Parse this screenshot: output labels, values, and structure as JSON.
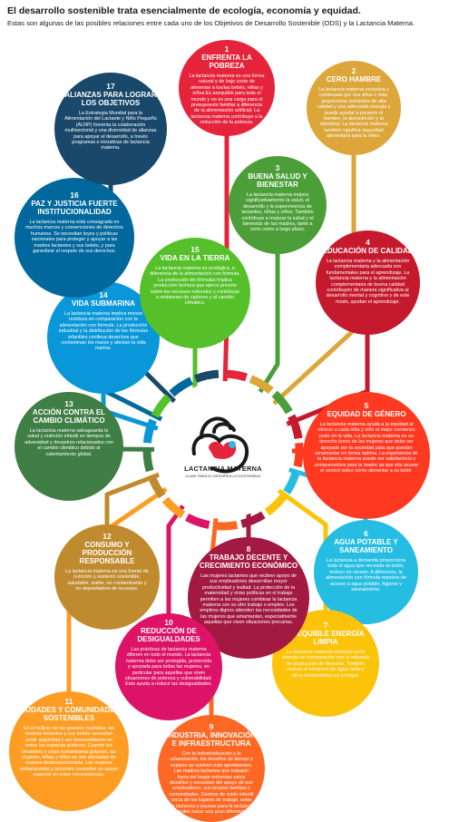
{
  "header": {
    "title": "El desarrollo sostenible trata esencialmente de ecología, economía y equidad.",
    "subtitle": "Estas son algunas de las posibles relaciones entre cada uno de los Objetivos de Desarrollo Sostenible (ODS) y la Lactancia Materna."
  },
  "center": {
    "label": "LACTANCIA MATERNA",
    "sublabel": "CLAVE PARA EL DESARROLLO SOSTENIBLE"
  },
  "colors": {
    "g1": "#e5243b",
    "g2": "#dda63a",
    "g3": "#4c9f38",
    "g4": "#c5192d",
    "g5": "#ff3a21",
    "g6": "#26bde2",
    "g7": "#fcc30b",
    "g8": "#a21942",
    "g9": "#fd6925",
    "g10": "#dd1367",
    "g11": "#fd9d24",
    "g12": "#bf8b2e",
    "g13": "#3f7e44",
    "g14": "#0a97d9",
    "g15": "#56c02b",
    "g16": "#00689d",
    "g17": "#19486a"
  },
  "goals": [
    {
      "num": "1",
      "title": "ENFRENTA LA POBREZA",
      "desc": "La lactancia materna es una forma natural y de bajo costo de alimentar a los/las bebés, niñas y niños.Es asequible para todo el mundo y no es una carga para el presupuesto familiar a diferencia de la alimentación artificial. La lactancia materna contribuye a la reducción de la pobreza."
    },
    {
      "num": "2",
      "title": "CERO HAMBRE",
      "desc": "La lactancia materna exclusiva y continuada por dos años o más, proporciona nutrientes de alta calidad y una adecuada energía y puede ayudar a prevenir el hambre, la desnutrición y la obesidad. La lactancia materna también significa seguridad alimentaria para la niñez."
    },
    {
      "num": "3",
      "title": "BUENA SALUD Y BIENESTAR",
      "desc": "La lactancia materna mejora significativamente la salud, el desarrollo y la supervivencia de lactantes, niñas y niños. También contribuye a mejorar la salud y el bienestar de las madres, tanto a corto como a largo plazo."
    },
    {
      "num": "4",
      "title": "EDUCACIÓN DE CALIDAD",
      "desc": "La lactancia materna y la alimentación complementaria adecuada son fundamentales para el aprendizaje. La lactancia materna y la alimentación complementaria de buena calidad contribuyen de manera significativa al desarrollo mental y cognitivo y de este modo, ayudan el aprendizaje."
    },
    {
      "num": "5",
      "title": "EQUIDAD DE GÉNERO",
      "desc": "La lactancia materna ayuda a la equidad al ofrecer a cada niña y niño el mejor comienzo justo en la vida. La lactancia materna es un derecho único de las mujeres que debe ser apoyado por la sociedad para que puedan amamantar en forma óptima. La experiencia de la lactancia materna puede ser satisfactoria y enriquecedora para la madre ya que ella asume el control sobre cómo alimentar a su bebé."
    },
    {
      "num": "6",
      "title": "AGUA POTABLE Y SANEAMIENTO",
      "desc": "La lactancia a demanda proporciona toda el agua que necesita un bebé, incluso en verano. A diferencia, la alimentación con fórmula requiere de acceso a agua potable, higiene y saneamiento."
    },
    {
      "num": "7",
      "title": "ASEQUIBLE ENERGÍA LIMPIA",
      "desc": "La lactancia materna consume poca energía en comparación con la industria de producción de fórmulas. También reduce el consumo de agua, leña y otros combustibles en el hogar."
    },
    {
      "num": "8",
      "title": "TRABAJO DECENTE Y CRECIMIENTO ECONÓMICO",
      "desc": "Las mujeres lactantes que reciben apoyo de sus empleadores desarrollan mayor productividad y lealtad. La protección de la maternidad y otras políticas en el trabajo permiten a las mujeres combinar la lactancia materna con su otro trabajo o empleo. Los empleos dignos atienden las necesidades de las mujeres que amamantan, especialmente aquellas que viven situaciones precarias."
    },
    {
      "num": "9",
      "title": "INDUSTRIA, INNOVACIÓN E INFRAESTRUCTURA",
      "desc": "Con la industrialización y la urbanización, los desafíos de tiempo y espacio se vuelven más apremiantes. Las madres lactantes que trabajan fuera del hogar enfrentan estos desafíos y necesitan del apoyo de sus empleadores, sus propias familias y comunidades. Centros de cuido infantil cerca de los lugares de trabajo, salas de lactancia y pausas para la lactancia pueden hacer una gran diferencia."
    },
    {
      "num": "10",
      "title": "REDUCCIÓN DE DESIGUALDADES",
      "desc": "Las prácticas de lactancia materna difieren en todo el mundo. La lactancia materna debe ser protegida, promovida y apoyada para todas las mujeres, en particular para aquellas que viven situaciones de pobreza y vulnerabilidad. Esto ayuda a reducir las desigualdades."
    },
    {
      "num": "11",
      "title": "CIUDADES Y COMUNIDADES SOSTENIBLES",
      "desc": "En el bullicio de las grandes ciudades, las madres lactantes y sus bebés necesitan sentir seguridad y ser bienvenidas/os en todos los espacios públicos. Cuando los desastres y crisis humanitarias golpean, las mujeres, niñas y niños se ven afectados de manera desproporcionada. Las mujeres embarazadas y lactantes necesitan un apoyo especial en estas circunstancias."
    },
    {
      "num": "12",
      "title": "CONSUMO Y PRODUCCIÓN RESPONSABLE",
      "desc": "La lactancia materna es una fuente de nutrición y sustento sostenible, saludable, viable, no contaminante y no depredadora de recursos."
    },
    {
      "num": "13",
      "title": "ACCIÓN CONTRA EL CAMBIO CLIMÁTICO",
      "desc": "La lactancia materna salvaguarda la salud y nutrición infantil en tiempos de adversidad y desastres relacionados con el cambio climático debido al calentamiento global."
    },
    {
      "num": "14",
      "title": "VIDA SUBMARINA",
      "desc": "La lactancia materna implica menos residuos en comparación con la alimentación con fórmula. La producción industrial y la distribución de las fórmulas infantiles conlleva desechos que contaminan los mares y afectan la vida marina."
    },
    {
      "num": "15",
      "title": "VIDA EN LA TIERRA",
      "desc": "La lactancia materna es ecológica, a diferencia de la alimentación con fórmula. La producción de fórmulas implica producción lechera que ejerce presión sobre los recursos naturales y contribuye a emisiones de carbono y al cambio climático."
    },
    {
      "num": "16",
      "title": "PAZ Y JUSTICIA FUERTE INSTITUCIONALIDAD",
      "desc": "La lactancia materna está consagrada en muchos marcos y convenciones de derechos humanos. Se necesitan leyes y políticas nacionales para proteger y apoyar a las madres lactantes y sus bebés, y para garantizar el respeto de sus derechos."
    },
    {
      "num": "17",
      "title": "ALIANZAS PARA LOGRAR LOS OBJETIVOS",
      "desc": "La Estrategia Mundial para la Alimentación del Lactante y Niño Pequeño (ALNP) fomenta la colaboración multisectorial y una diversidad de alianzas para apoyar el desarrollo, a través programas e iniciativas de lactancia materna."
    }
  ]
}
